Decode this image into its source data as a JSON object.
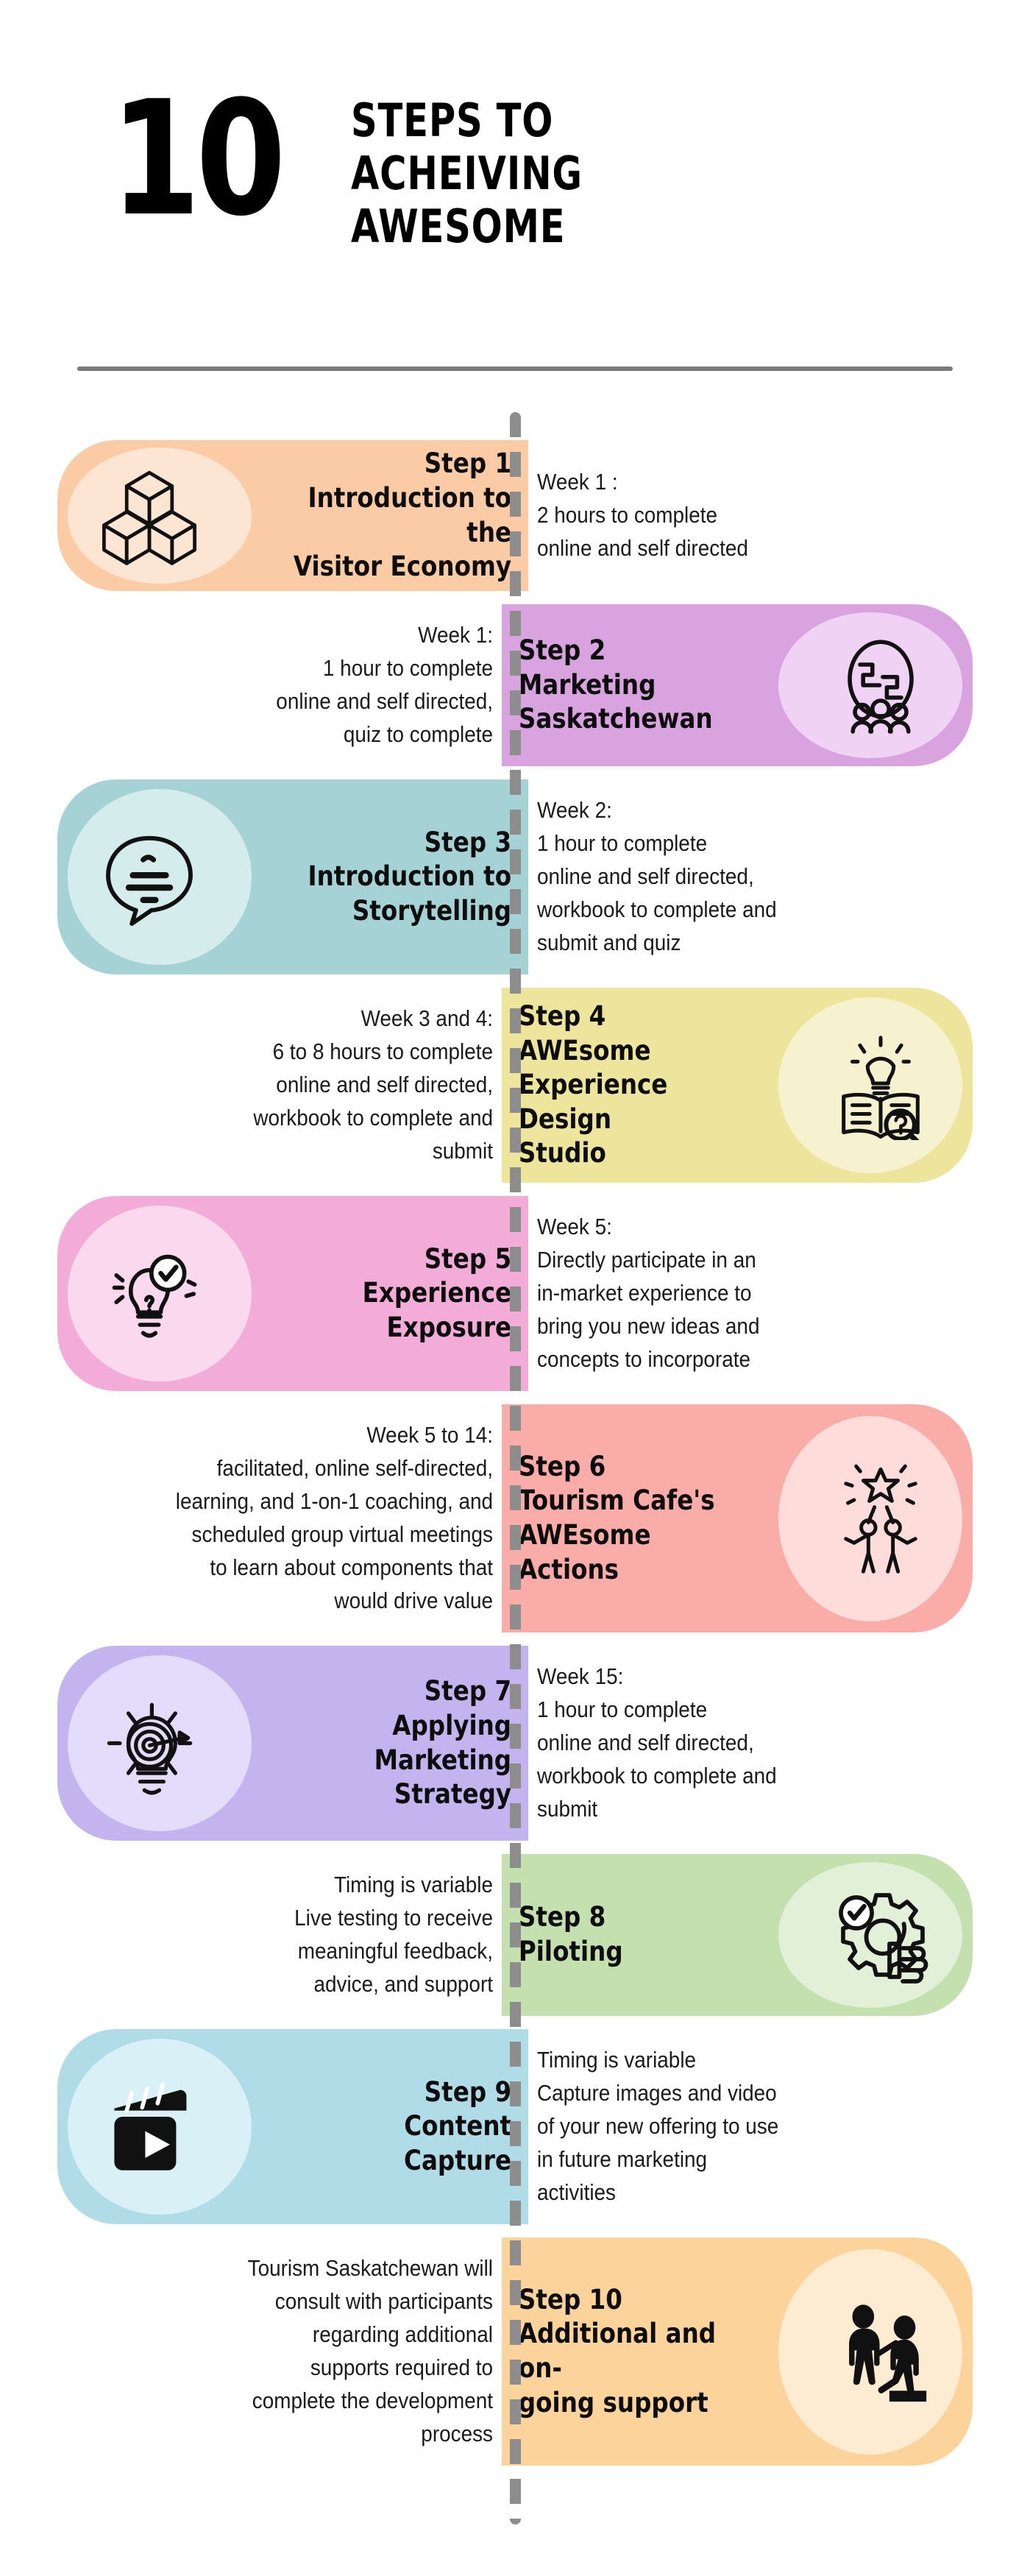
{
  "header": {
    "number": "10",
    "title_lines": [
      "STEPS TO",
      "ACHEIVING",
      "AWESOME"
    ]
  },
  "steps": [
    {
      "side": "left",
      "color": "#FACBA4",
      "cap_color": "#FCE6D3",
      "icon": "cubes-icon",
      "step_no": "Step 1",
      "name_lines": [
        "Introduction to the",
        "Visitor Economy"
      ],
      "note_lines": [
        "Week 1 :",
        "2 hours to complete",
        "online and self directed"
      ],
      "note_side": "right"
    },
    {
      "side": "right",
      "color": "#D9A3E0",
      "cap_color": "#F0D3F4",
      "icon": "globe-people-icon",
      "step_no": "Step 2",
      "name_lines": [
        "Marketing",
        "Saskatchewan"
      ],
      "note_lines": [
        "Week 1:",
        "1 hour to complete",
        "online and self directed,",
        "quiz to complete"
      ],
      "note_side": "left"
    },
    {
      "side": "left",
      "color": "#A5D2D5",
      "cap_color": "#D5ECED",
      "icon": "speech-bubble-icon",
      "step_no": "Step 3",
      "name_lines": [
        "Introduction to",
        "Storytelling"
      ],
      "note_lines": [
        "Week 2:",
        "1 hour to complete",
        "online and self directed,",
        "workbook to complete and",
        "submit and quiz"
      ],
      "note_side": "right"
    },
    {
      "side": "right",
      "color": "#EDE59B",
      "cap_color": "#F6F1CE",
      "icon": "lightbulb-book-icon",
      "step_no": "Step 4",
      "name_lines": [
        "AWEsome",
        "Experience Design",
        "Studio"
      ],
      "note_lines": [
        "Week 3 and 4:",
        "6 to 8 hours to complete",
        "online and self directed,",
        "workbook to complete and",
        "submit"
      ],
      "note_side": "left"
    },
    {
      "side": "left",
      "color": "#F3ACD8",
      "cap_color": "#FAD9EE",
      "icon": "lightbulb-check-icon",
      "step_no": "Step 5",
      "name_lines": [
        "Experience",
        "Exposure"
      ],
      "note_lines": [
        "Week 5:",
        "Directly participate in an",
        "in-market experience to",
        "bring you new ideas and",
        "concepts to incorporate"
      ],
      "note_side": "right"
    },
    {
      "side": "right",
      "color": "#FAACA8",
      "cap_color": "#FDDCDA",
      "icon": "highfive-star-icon",
      "step_no": "Step 6",
      "name_lines": [
        "Tourism Cafe's",
        "AWEsome Actions"
      ],
      "note_lines": [
        "Week 5 to 14:",
        "facilitated, online self-directed,",
        "learning, and 1-on-1 coaching, and",
        "scheduled group virtual meetings",
        "to learn about components that",
        "would drive value"
      ],
      "note_side": "left"
    },
    {
      "side": "left",
      "color": "#C3B4F0",
      "cap_color": "#E3DCFA",
      "icon": "target-bulb-icon",
      "step_no": "Step 7",
      "name_lines": [
        "Applying Marketing",
        "Strategy"
      ],
      "note_lines": [
        "Week 15:",
        "1 hour to complete",
        "online and self directed,",
        "workbook to complete and",
        "submit"
      ],
      "note_side": "right"
    },
    {
      "side": "right",
      "color": "#C3E0AE",
      "cap_color": "#E2F0D7",
      "icon": "gear-hand-icon",
      "step_no": "Step 8",
      "name_lines": [
        "Piloting"
      ],
      "note_lines": [
        "Timing is variable",
        "Live testing to receive",
        "meaningful feedback,",
        "advice, and support"
      ],
      "note_side": "left"
    },
    {
      "side": "left",
      "color": "#AFDCE6",
      "cap_color": "#D8F0F6",
      "icon": "clapperboard-icon",
      "step_no": "Step 9",
      "name_lines": [
        "Content Capture"
      ],
      "note_lines": [
        "Timing is variable",
        "Capture images and video",
        "of your new offering to use",
        "in future marketing",
        "activities"
      ],
      "note_side": "right"
    },
    {
      "side": "right",
      "color": "#FBD39B",
      "cap_color": "#FDEBD2",
      "icon": "helping-hand-icon",
      "step_no": "Step 10",
      "name_lines": [
        "Additional and on-",
        "going support"
      ],
      "note_lines": [
        "Tourism Saskatchewan will",
        "consult with participants",
        "regarding additional",
        "supports required to",
        "complete the development",
        "process"
      ],
      "note_side": "left"
    }
  ]
}
